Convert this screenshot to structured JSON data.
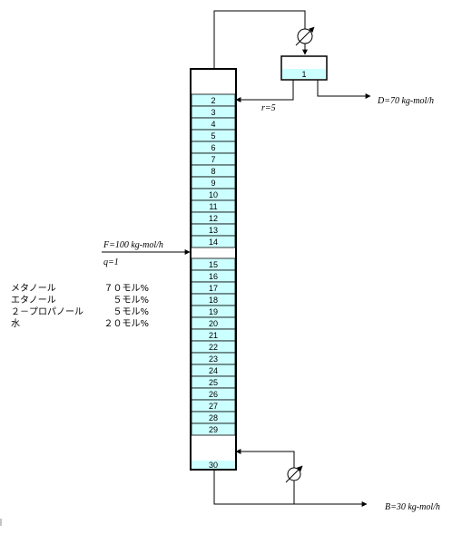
{
  "column": {
    "trays": [
      "2",
      "3",
      "4",
      "5",
      "6",
      "7",
      "8",
      "9",
      "10",
      "11",
      "12",
      "13",
      "14",
      "15",
      "16",
      "17",
      "18",
      "19",
      "20",
      "21",
      "22",
      "23",
      "24",
      "25",
      "26",
      "27",
      "28",
      "29"
    ],
    "bottom_tray": "30",
    "condenser_tray": "1"
  },
  "labels": {
    "reflux_ratio": "r=5",
    "distillate": "D=70  kg-mol/h",
    "feed": "F=100  kg-mol/h",
    "feed_q": "q=1",
    "bottoms": "B=30  kg-mol/h"
  },
  "composition": [
    {
      "name": "メタノール",
      "value": "７０モル%"
    },
    {
      "name": "エタノール",
      "value": "５モル%"
    },
    {
      "name": "２－プロパノール",
      "value": "５モル%"
    },
    {
      "name": "水",
      "value": "２０モル%"
    }
  ],
  "colors": {
    "liquid": "#ccffff",
    "line": "#000000"
  }
}
